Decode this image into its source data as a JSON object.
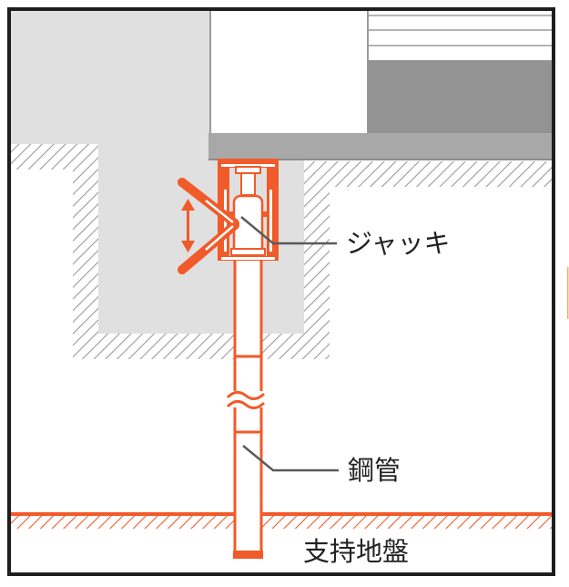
{
  "diagram": {
    "title": "",
    "labels": {
      "jack": "ジャッキ",
      "steel_pipe": "鋼管",
      "bearing_stratum": "支持地盤"
    },
    "components": [
      {
        "id": "building",
        "description": "building wall and floor slab"
      },
      {
        "id": "foundation",
        "description": "foundation footing with hatched soil"
      },
      {
        "id": "jack",
        "description": "hydraulic jack with lever handle"
      },
      {
        "id": "steel-pipe",
        "description": "steel pipe pile driven to bearing stratum"
      },
      {
        "id": "bearing-stratum",
        "description": "bearing ground layer"
      }
    ],
    "colors": {
      "accent": "#f15a29",
      "frame": "#1e1e1e",
      "slab": "#a8a8a9",
      "wall_dark": "#939394",
      "soil_fill": "#e0e0e0",
      "hatch": "#9a9a9a",
      "leader": "#5a5a5a",
      "text": "#222222"
    }
  }
}
